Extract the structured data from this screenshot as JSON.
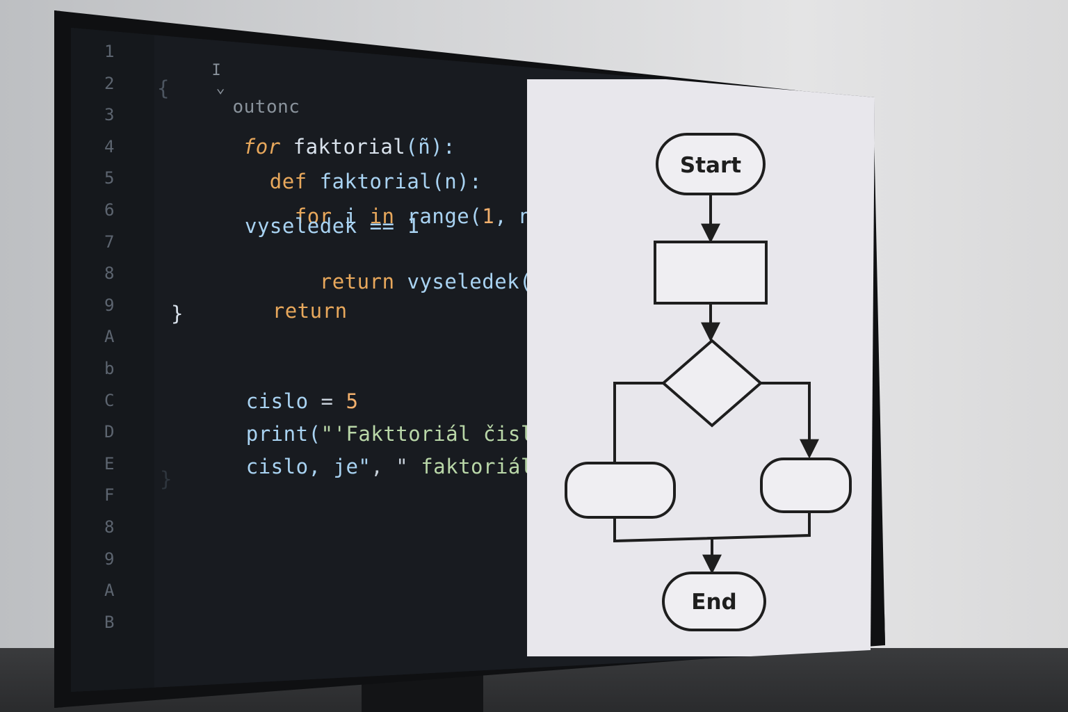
{
  "editor": {
    "header": {
      "cursor_glyph": "I",
      "chevron": "⌄",
      "tab_label": "outonc"
    },
    "line_numbers": [
      "1",
      "2",
      "3",
      "4",
      "5",
      "6",
      "7",
      "8",
      "9",
      "A",
      "b",
      "C",
      "D",
      "E",
      "F",
      "8",
      "9",
      "A",
      "B"
    ],
    "brace_open": "{",
    "brace_close_faded": "}",
    "lines": {
      "l3": {
        "kw": "for",
        "name": "faktorial",
        "args": "(ñ):"
      },
      "l4": {
        "kw": "def",
        "name": "faktorial",
        "args": "(n):"
      },
      "l5": {
        "kw_for": "for",
        "var": "i",
        "kw_in": "in",
        "func": "range(",
        "num": "1",
        "rest": ", n++))"
      },
      "l6": {
        "text": "vyseledek == 1"
      },
      "l7": {
        "kw": "return",
        "text": "vyseledek(cislo)"
      },
      "l8": {
        "kw": "return"
      },
      "l9": {
        "text": "}"
      },
      "l11": {
        "var": "cislo",
        "op": " = ",
        "num": "5"
      },
      "l12": {
        "func": "print(",
        "str": "\"'Fakttoriál čisla"
      },
      "l13": {
        "var": "cislo, je\"",
        "op": ", \" ",
        "str": "faktoriál(cislo)"
      }
    }
  },
  "flowchart": {
    "start_label": "Start",
    "end_label": "End",
    "stroke_color": "#1e1e1e",
    "fill_color": "#efeef2"
  },
  "colors": {
    "editor_bg": "#181b20",
    "keyword": "#e8a85c",
    "identifier": "#a9d3f2",
    "string": "#b9d7a8",
    "number": "#f2b06d"
  }
}
